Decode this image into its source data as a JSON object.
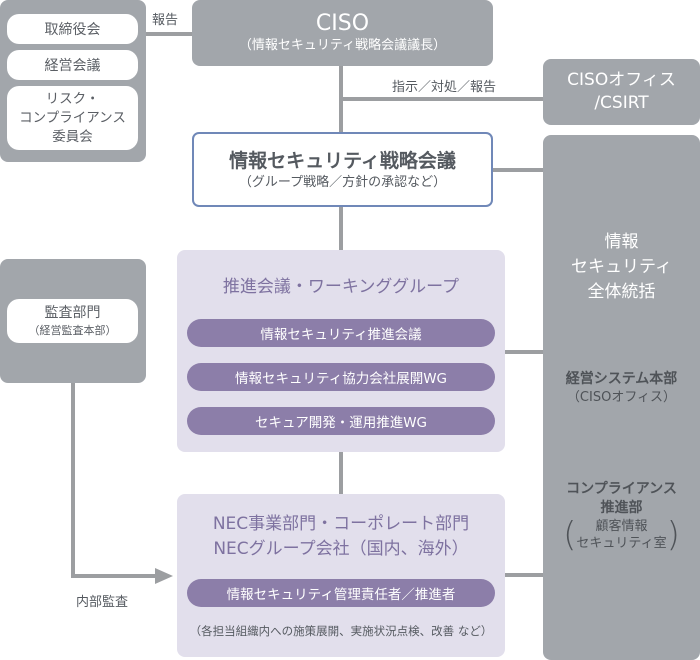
{
  "board_group": {
    "items": [
      "取締役会",
      "経営会議",
      "リスク・\nコンプライアンス\n委員会"
    ]
  },
  "report_label": "報告",
  "ciso": {
    "title": "CISO",
    "subtitle": "（情報セキュリティ戦略会議議長）"
  },
  "instruction_label": "指示／対処／報告",
  "ciso_office": {
    "line1": "CISOオフィス",
    "line2": "/CSIRT"
  },
  "strategy_meeting": {
    "title": "情報セキュリティ戦略会議",
    "subtitle": "（グループ戦略／方針の承認など）"
  },
  "working_groups": {
    "title": "推進会議・ワーキンググループ",
    "items": [
      "情報セキュリティ推進会議",
      "情報セキュリティ協力会社展開WG",
      "セキュア開発・運用推進WG"
    ]
  },
  "business_units": {
    "line1": "NEC事業部門・コーポレート部門",
    "line2": "NECグループ会社（国内、海外）",
    "pill": "情報セキュリティ管理責任者／推進者",
    "note": "（各担当組織内への施策展開、実施状況点検、改善 など）"
  },
  "audit": {
    "title": "監査部門",
    "subtitle": "（経営監査本部）",
    "arrow_label": "内部監査"
  },
  "oversight": {
    "title_lines": [
      "情報",
      "セキュリティ",
      "全体統括"
    ],
    "dept1_name": "経営システム本部",
    "dept1_sub": "（CISOオフィス）",
    "dept2_name": "コンプライアンス\n推進部",
    "dept2_sub": "顧客情報\nセキュリティ室"
  },
  "colors": {
    "gray_box": "#a2a6ab",
    "connector": "#9c9ea1",
    "lavender_panel": "#e2dfec",
    "purple_pill": "#8c7ea9",
    "purple_text": "#7e72a0",
    "strategy_border": "#7088b8"
  }
}
